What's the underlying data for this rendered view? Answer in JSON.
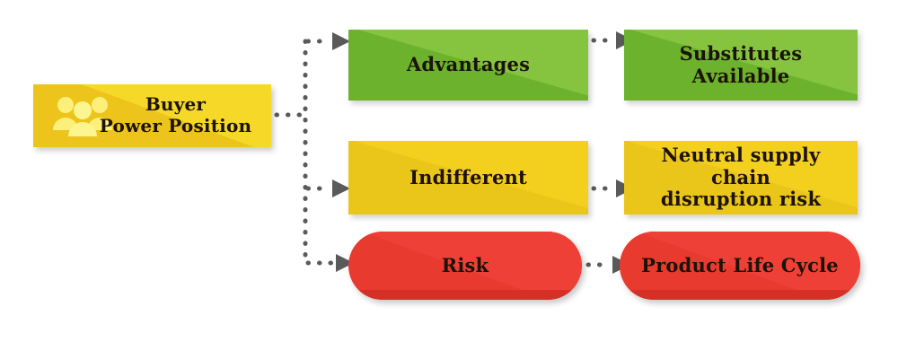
{
  "diagram": {
    "title": "Buyer Power Position flow",
    "root": {
      "label": "Buyer\nPower Position",
      "icon": "people-group-icon",
      "color": "#edc81f"
    },
    "branches": [
      {
        "level": "positive",
        "color": "#6cb22c",
        "shape": "rectangle",
        "first": {
          "label": "Advantages"
        },
        "second": {
          "label": "Substitutes\nAvailable"
        }
      },
      {
        "level": "neutral",
        "color": "#ebc61a",
        "shape": "rectangle",
        "first": {
          "label": "Indifferent"
        },
        "second": {
          "label": "Neutral supply chain\ndisruption risk"
        }
      },
      {
        "level": "negative",
        "color": "#ea3b30",
        "shape": "pill",
        "first": {
          "label": "Risk"
        },
        "second": {
          "label": "Product Life Cycle"
        }
      }
    ],
    "connectors": {
      "style": "dotted",
      "color": "#5a5a5a",
      "arrowhead": "solid-triangle-right"
    }
  }
}
